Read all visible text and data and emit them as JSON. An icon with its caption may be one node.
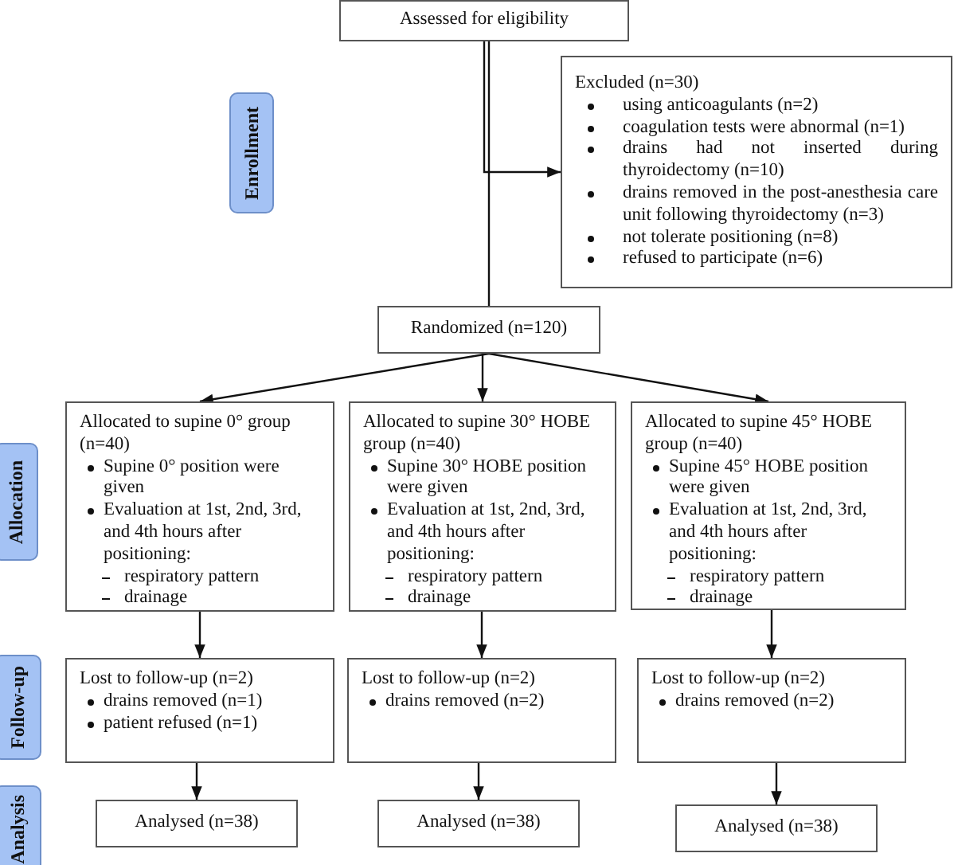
{
  "diagram": {
    "nodes": [
      {
        "text": [
          "Assessed for eligibility"
        ]
      },
      {
        "text": [
          "Excluded  (n=30)",
          "using anticoagulants (n=2)",
          "coagulation tests were abnormal (n=1)",
          "drains had not inserted during thyroidectomy (n=10)",
          "drains removed in the post-anesthesia care unit following thyroidectomy (n=3)",
          "not tolerate positioning (n=8)",
          "refused to participate (n=6)"
        ]
      },
      {
        "text": [
          "Randomized (n=120)"
        ]
      },
      {
        "text": [
          "Allocated to supine 0° group (n=40)",
          "Supine 0° position were given",
          "Evaluation at 1st, 2nd, 3rd, and 4th hours after positioning:",
          "respiratory pattern",
          "drainage"
        ]
      },
      {
        "text": [
          "Allocated to supine 30° HOBE group (n=40)",
          "Supine 30° HOBE position were given",
          "Evaluation at 1st, 2nd, 3rd, and 4th hours after positioning:",
          "respiratory pattern",
          "drainage"
        ]
      },
      {
        "text": [
          "Allocated to supine 45° HOBE group (n=40)",
          "Supine 45° HOBE position were given",
          "Evaluation at 1st, 2nd, 3rd, and 4th hours after positioning:",
          "respiratory pattern",
          "drainage"
        ]
      },
      {
        "text": [
          "Lost to follow-up (n=2)",
          "drains removed (n=1)",
          "patient refused (n=1)"
        ]
      },
      {
        "text": [
          "Lost to follow-up (n=2)",
          "drains removed (n=2)"
        ]
      },
      {
        "text": [
          "Lost to follow-up (n=2)",
          "drains removed (n=2)"
        ]
      },
      {
        "text": [
          "Analysed  (n=38)"
        ]
      },
      {
        "text": [
          "Analysed  (n=38)"
        ]
      },
      {
        "text": [
          "Analysed  (n=38)"
        ]
      },
      {
        "text": [
          "Enrollment"
        ]
      },
      {
        "text": [
          "Allocation"
        ]
      },
      {
        "text": [
          "Follow-up"
        ]
      },
      {
        "text": [
          "Analysis"
        ]
      }
    ],
    "edges": [
      {
        "from": 0,
        "to": 2,
        "arrow": "none"
      },
      {
        "from": 0,
        "to": 1,
        "arrow": "to"
      },
      {
        "from": 2,
        "to": 3,
        "arrow": "to"
      },
      {
        "from": 2,
        "to": 4,
        "arrow": "to"
      },
      {
        "from": 2,
        "to": 5,
        "arrow": "to"
      },
      {
        "from": 3,
        "to": 6,
        "arrow": "to"
      },
      {
        "from": 4,
        "to": 7,
        "arrow": "to"
      },
      {
        "from": 5,
        "to": 8,
        "arrow": "to"
      },
      {
        "from": 6,
        "to": 9,
        "arrow": "to"
      },
      {
        "from": 7,
        "to": 10,
        "arrow": "to"
      },
      {
        "from": 8,
        "to": 11,
        "arrow": "to"
      }
    ]
  }
}
